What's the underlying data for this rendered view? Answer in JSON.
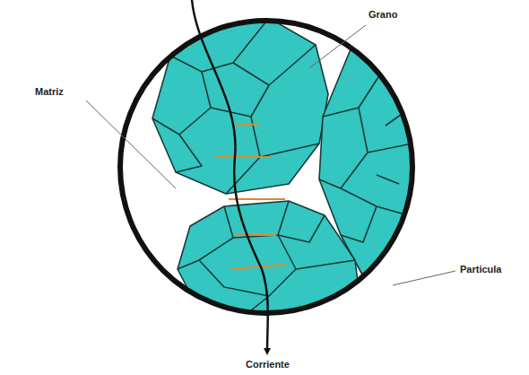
{
  "diagram": {
    "labels": [
      "Grano",
      "Matriz",
      "Particula",
      "Corriente"
    ]
  }
}
